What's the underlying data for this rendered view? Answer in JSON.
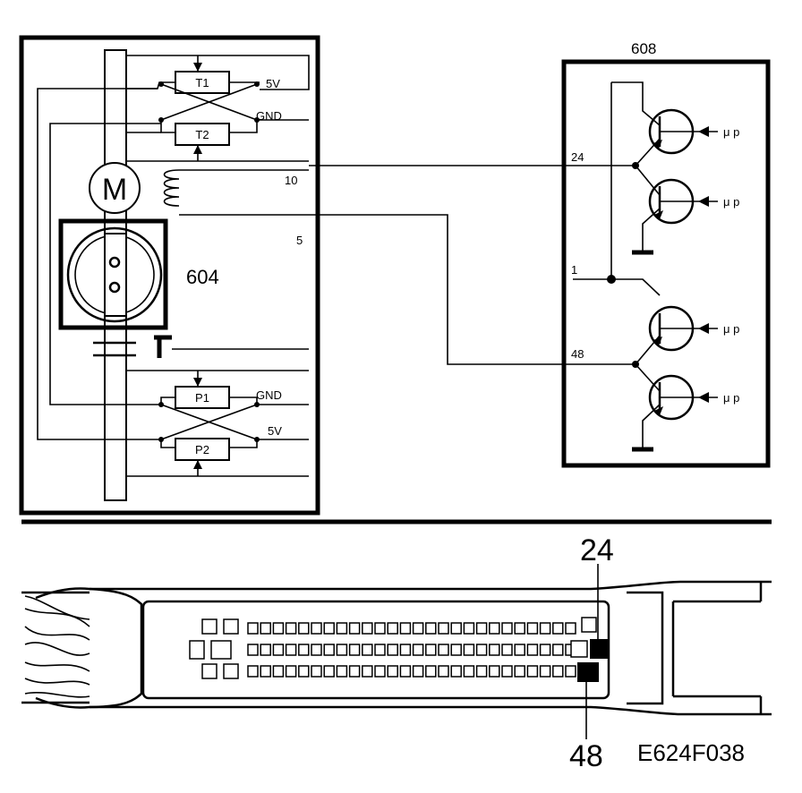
{
  "labels": {
    "component_604": "604",
    "component_608": "608",
    "motor": "M",
    "t1": "T1",
    "t2": "T2",
    "p1": "P1",
    "p2": "P2",
    "v5_top": "5V",
    "gnd_top": "GND",
    "gnd_bottom": "GND",
    "v5_bottom": "5V",
    "pin_10": "10",
    "pin_5": "5",
    "pin_24": "24",
    "pin_1": "1",
    "pin_48": "48",
    "mu_p_1": "μ p",
    "mu_p_2": "μ p",
    "mu_p_3": "μ p",
    "mu_p_4": "μ p",
    "connector_pin_top": "24",
    "connector_pin_bottom": "48",
    "figure_id": "E624F038"
  }
}
